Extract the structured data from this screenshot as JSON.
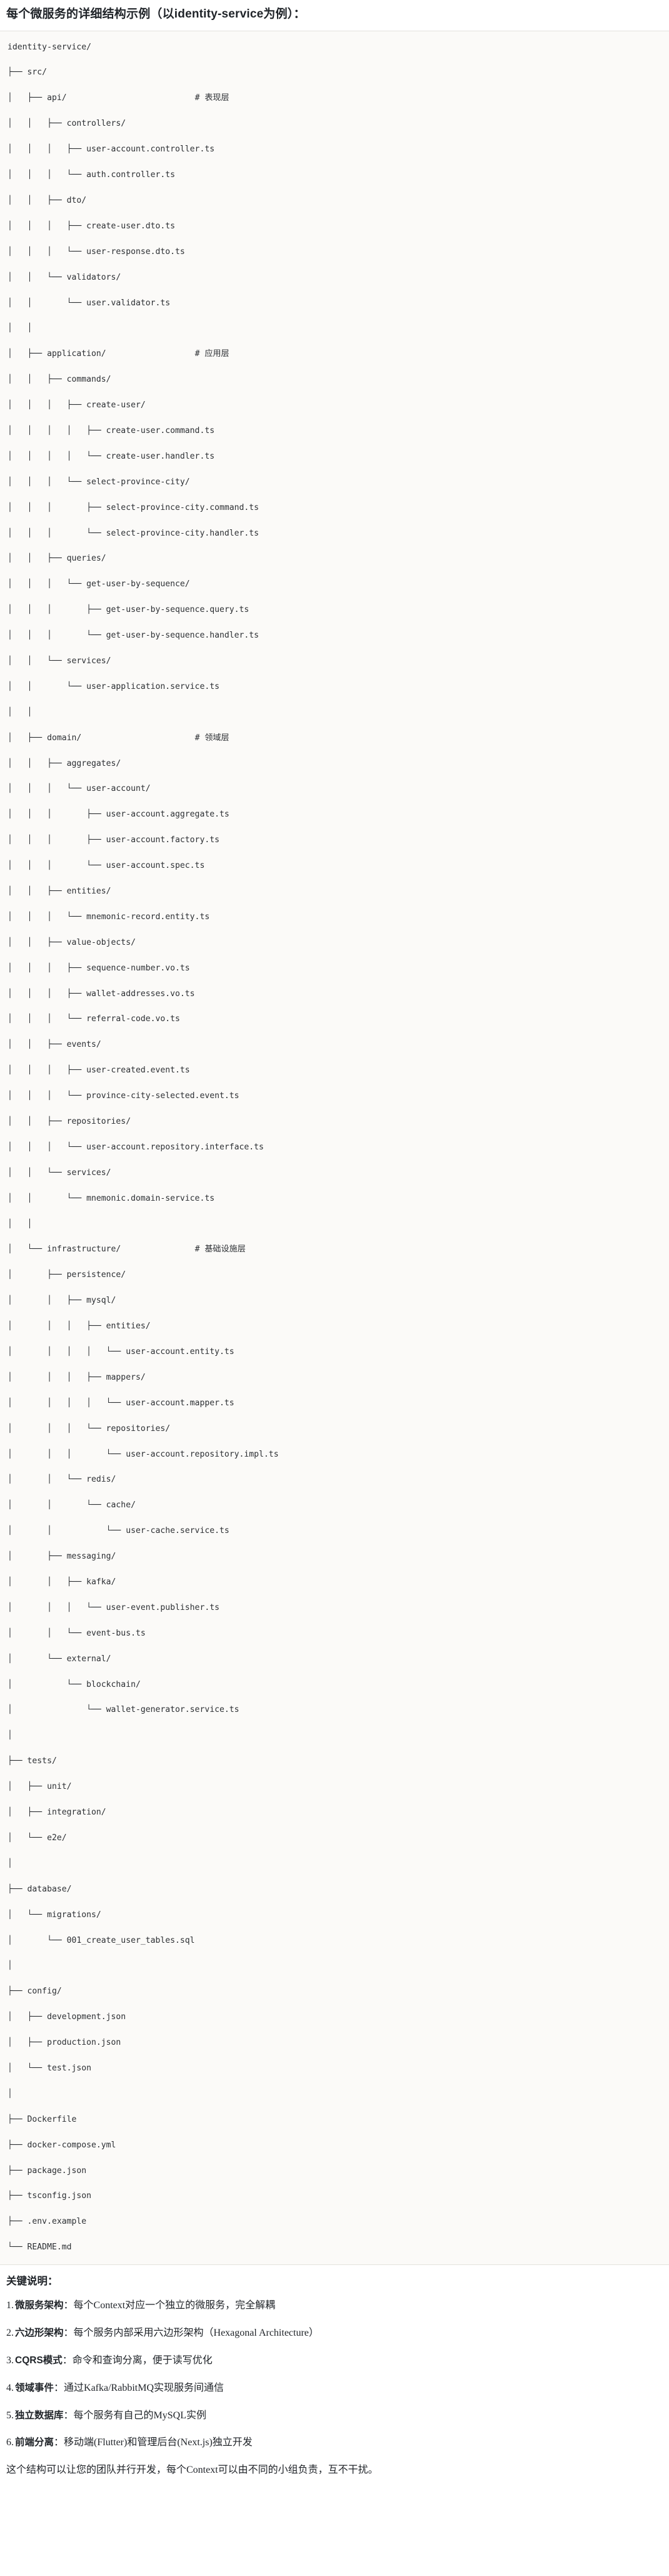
{
  "title": "每个微服务的详细结构示例（以identity-service为例）：",
  "tree": {
    "lines": [
      "identity-service/",
      "├── src/",
      "│   ├── api/                          # 表现层",
      "│   │   ├── controllers/",
      "│   │   │   ├── user-account.controller.ts",
      "│   │   │   └── auth.controller.ts",
      "│   │   ├── dto/",
      "│   │   │   ├── create-user.dto.ts",
      "│   │   │   └── user-response.dto.ts",
      "│   │   └── validators/",
      "│   │       └── user.validator.ts",
      "│   │",
      "│   ├── application/                  # 应用层",
      "│   │   ├── commands/",
      "│   │   │   ├── create-user/",
      "│   │   │   │   ├── create-user.command.ts",
      "│   │   │   │   └── create-user.handler.ts",
      "│   │   │   └── select-province-city/",
      "│   │   │       ├── select-province-city.command.ts",
      "│   │   │       └── select-province-city.handler.ts",
      "│   │   ├── queries/",
      "│   │   │   └── get-user-by-sequence/",
      "│   │   │       ├── get-user-by-sequence.query.ts",
      "│   │   │       └── get-user-by-sequence.handler.ts",
      "│   │   └── services/",
      "│   │       └── user-application.service.ts",
      "│   │",
      "│   ├── domain/                       # 领域层",
      "│   │   ├── aggregates/",
      "│   │   │   └── user-account/",
      "│   │   │       ├── user-account.aggregate.ts",
      "│   │   │       ├── user-account.factory.ts",
      "│   │   │       └── user-account.spec.ts",
      "│   │   ├── entities/",
      "│   │   │   └── mnemonic-record.entity.ts",
      "│   │   ├── value-objects/",
      "│   │   │   ├── sequence-number.vo.ts",
      "│   │   │   ├── wallet-addresses.vo.ts",
      "│   │   │   └── referral-code.vo.ts",
      "│   │   ├── events/",
      "│   │   │   ├── user-created.event.ts",
      "│   │   │   └── province-city-selected.event.ts",
      "│   │   ├── repositories/",
      "│   │   │   └── user-account.repository.interface.ts",
      "│   │   └── services/",
      "│   │       └── mnemonic.domain-service.ts",
      "│   │",
      "│   └── infrastructure/               # 基础设施层",
      "│       ├── persistence/",
      "│       │   ├── mysql/",
      "│       │   │   ├── entities/",
      "│       │   │   │   └── user-account.entity.ts",
      "│       │   │   ├── mappers/",
      "│       │   │   │   └── user-account.mapper.ts",
      "│       │   │   └── repositories/",
      "│       │   │       └── user-account.repository.impl.ts",
      "│       │   └── redis/",
      "│       │       └── cache/",
      "│       │           └── user-cache.service.ts",
      "│       ├── messaging/",
      "│       │   ├── kafka/",
      "│       │   │   └── user-event.publisher.ts",
      "│       │   └── event-bus.ts",
      "│       └── external/",
      "│           └── blockchain/",
      "│               └── wallet-generator.service.ts",
      "│",
      "├── tests/",
      "│   ├── unit/",
      "│   ├── integration/",
      "│   └── e2e/",
      "│",
      "├── database/",
      "│   └── migrations/",
      "│       └── 001_create_user_tables.sql",
      "│",
      "├── config/",
      "│   ├── development.json",
      "│   ├── production.json",
      "│   └── test.json",
      "│",
      "├── Dockerfile",
      "├── docker-compose.yml",
      "├── package.json",
      "├── tsconfig.json",
      "├── .env.example",
      "└── README.md"
    ]
  },
  "notes": {
    "heading": "关键说明：",
    "items": [
      {
        "num": "1.",
        "term": "微服务架构",
        "desc": "：每个Context对应一个独立的微服务，完全解耦"
      },
      {
        "num": "2.",
        "term": "六边形架构",
        "desc": "：每个服务内部采用六边形架构（Hexagonal Architecture）"
      },
      {
        "num": "3.",
        "term": "CQRS模式",
        "desc": "：命令和查询分离，便于读写优化"
      },
      {
        "num": "4.",
        "term": "领域事件",
        "desc": "：通过Kafka/RabbitMQ实现服务间通信"
      },
      {
        "num": "5.",
        "term": "独立数据库",
        "desc": "：每个服务有自己的MySQL实例"
      },
      {
        "num": "6.",
        "term": "前端分离",
        "desc": "：移动端(Flutter)和管理后台(Next.js)独立开发"
      }
    ],
    "closing": "这个结构可以让您的团队并行开发，每个Context可以由不同的小组负责，互不干扰。"
  },
  "colors": {
    "code_bg": "#fbfaf8",
    "code_border": "#e4e2de",
    "text": "#1f2328",
    "code_text": "#2c2f33"
  }
}
